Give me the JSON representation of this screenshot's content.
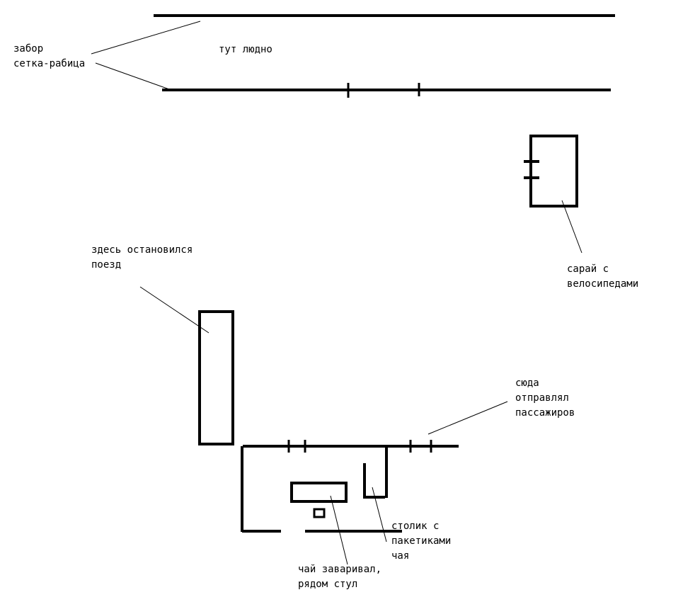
{
  "labels": {
    "fence": [
      "забор",
      "сетка-рабица"
    ],
    "crowded": "тут людно",
    "train": [
      "здесь остановился",
      "поезд"
    ],
    "shed": [
      "сарай с",
      "велосипедами"
    ],
    "passengers": [
      "сюда",
      "отправлял",
      "пассажиров"
    ],
    "tea_table": [
      "столик с",
      "пакетиками",
      "чая"
    ],
    "tea_chair": [
      "чай заваривал,",
      "рядом стул"
    ]
  },
  "colors": {
    "ink": "#000000",
    "background": "#ffffff"
  }
}
